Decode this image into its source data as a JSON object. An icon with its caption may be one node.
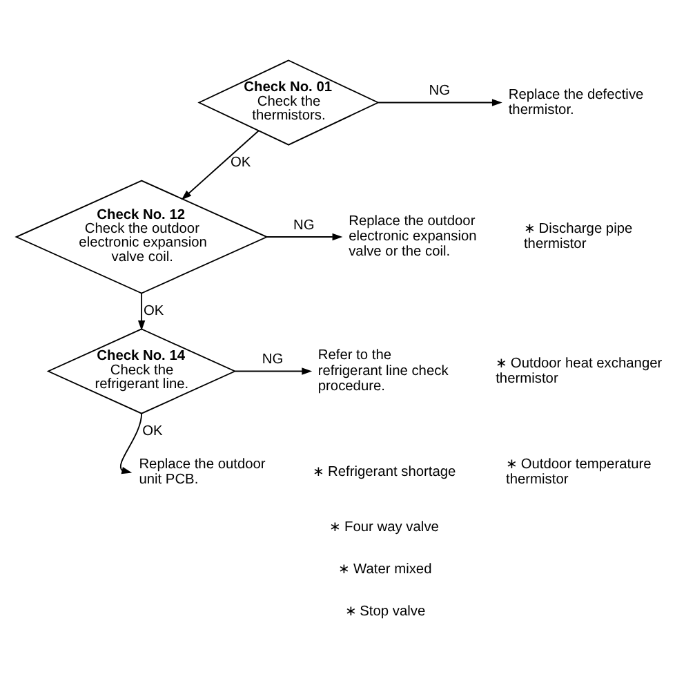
{
  "diagram": {
    "nodes": [
      {
        "text": [
          "Check No. 01",
          "Check the thermistors."
        ]
      },
      {
        "text": [
          "Replace the defective thermistor."
        ]
      },
      {
        "text": [
          "Check No. 12",
          "Check the outdoor electronic expansion valve coil."
        ]
      },
      {
        "text": [
          "Replace the outdoor electronic expansion valve or the coil."
        ]
      },
      {
        "text": [
          "Check No. 14",
          "Check the refrigerant line."
        ]
      },
      {
        "text": [
          "Refer to the refrigerant line check procedure."
        ]
      },
      {
        "text": [
          "Replace the outdoor unit PCB."
        ]
      }
    ],
    "edges": [
      {
        "from": 0,
        "to": 1,
        "arrow": "to",
        "label": "NG"
      },
      {
        "from": 0,
        "to": 2,
        "arrow": "to",
        "label": "OK"
      },
      {
        "from": 2,
        "to": 3,
        "arrow": "to",
        "label": "NG"
      },
      {
        "from": 2,
        "to": 4,
        "arrow": "to",
        "label": "OK"
      },
      {
        "from": 4,
        "to": 5,
        "arrow": "to",
        "label": "NG"
      },
      {
        "from": 4,
        "to": 6,
        "arrow": "to",
        "label": "OK"
      }
    ],
    "labels": [
      "∗ Discharge pipe thermistor",
      "∗ Outdoor heat exchanger thermistor",
      "∗ Outdoor temperature thermistor",
      "∗ Refrigerant shortage",
      "∗ Four way valve",
      "∗ Water mixed",
      "∗ Stop valve"
    ]
  }
}
